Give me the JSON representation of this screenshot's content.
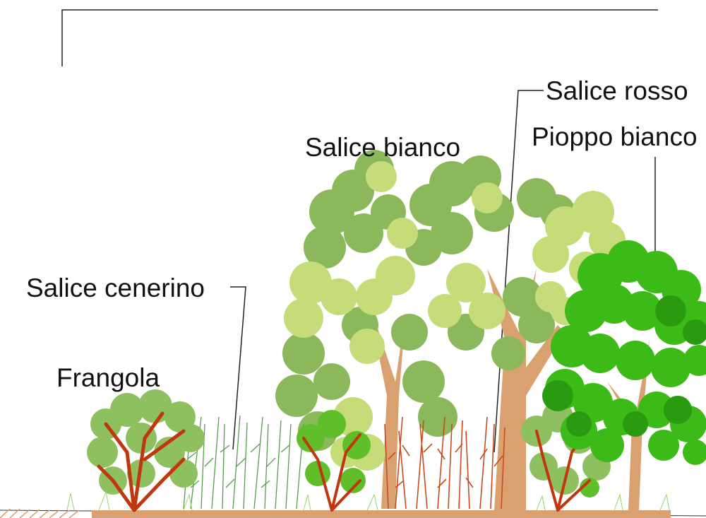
{
  "labels": {
    "salice_rosso": "Salice rosso",
    "pioppo_bianco": "Pioppo bianco",
    "salice_bianco": "Salice bianco",
    "salice_cenerino": "Salice cenerino",
    "frangola": "Frangola"
  },
  "colors": {
    "salice_bianco_dark": "#8ab85a",
    "salice_bianco_light": "#c6dc78",
    "pioppo_bianco": "#3cba18",
    "pioppo_bianco_dark": "#2a9a10",
    "frangola_leaf": "#8ec060",
    "frangola_branch": "#c0360e",
    "salice_rosso": "#c84a1e",
    "salice_cenerino": "#5a9a50",
    "trunk": "#d9a070",
    "ground": "#d9a070"
  }
}
